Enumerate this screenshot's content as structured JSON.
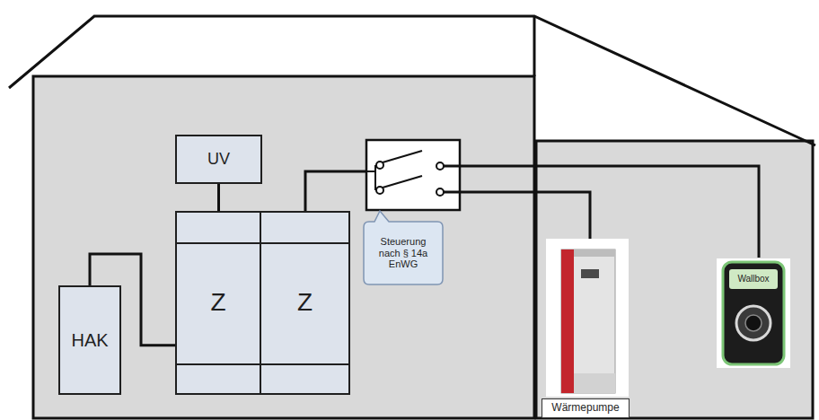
{
  "diagram": {
    "nodes": [
      {
        "text": [
          "HAK"
        ]
      },
      {
        "text": [
          "Z"
        ]
      },
      {
        "text": [
          "Z"
        ]
      },
      {
        "text": [
          "UV"
        ]
      },
      {
        "text": [
          "Steuerung nach § 14a EnWG"
        ]
      },
      {
        "text": [
          "Wärmepumpe"
        ]
      },
      {
        "text": [
          "Wallbox"
        ]
      }
    ],
    "edges": [
      {
        "from": 0,
        "to": 1,
        "arrow": "none"
      },
      {
        "from": 3,
        "to": 1,
        "arrow": "none"
      }
    ]
  }
}
